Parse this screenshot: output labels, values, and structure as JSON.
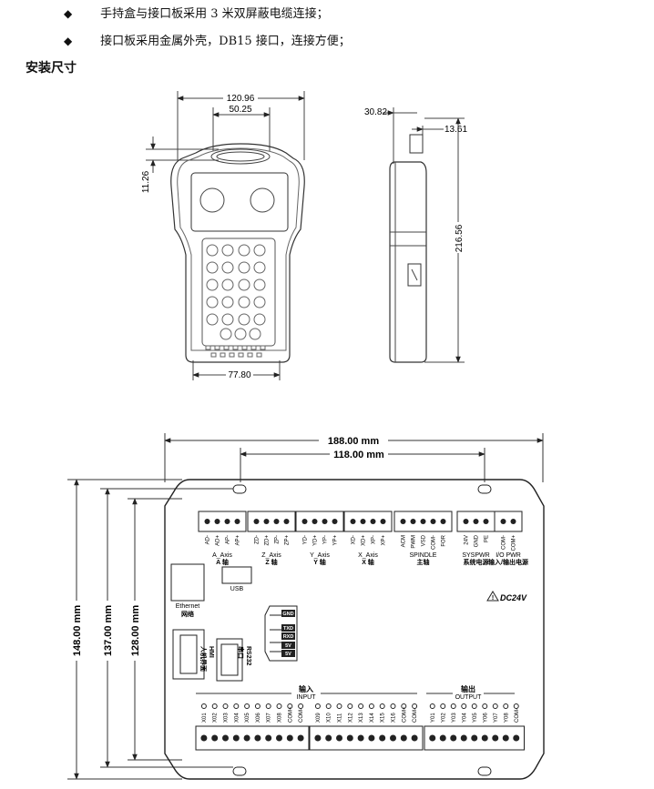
{
  "bullets": [
    {
      "symbol": "◆",
      "text": "手持盒与接口板采用 3 米双屏蔽电缆连接；"
    },
    {
      "symbol": "◆",
      "text": "接口板采用金属外壳，DB15 接口，连接方便；"
    }
  ],
  "section_title": "安装尺寸",
  "pendant_front": {
    "dim_total_width": "120.96",
    "dim_top_width": "50.25",
    "dim_top_height": "11.26",
    "dim_bottom_width": "77.80"
  },
  "pendant_side": {
    "dim_offset": "30.82",
    "dim_depth": "13.61",
    "dim_height": "216.56"
  },
  "board": {
    "dim_width": "188.00 mm",
    "dim_hole_spacing": "118.00 mm",
    "dim_height_total": "148.00 mm",
    "dim_height_mid": "137.00 mm",
    "dim_height_inner": "128.00 mm",
    "connectors": {
      "a_axis": {
        "pins": [
          "AD-",
          "AD+",
          "AP-",
          "AP+"
        ],
        "label_en": "A_Axis",
        "label_cn": "A 轴"
      },
      "z_axis": {
        "pins": [
          "ZD-",
          "ZD+",
          "ZP-",
          "ZP+"
        ],
        "label_en": "Z_Axis",
        "label_cn": "Z 轴"
      },
      "y_axis": {
        "pins": [
          "YD-",
          "YD+",
          "YP-",
          "YP+"
        ],
        "label_en": "Y_Axis",
        "label_cn": "Y 轴"
      },
      "x_axis": {
        "pins": [
          "XD-",
          "XD+",
          "XP-",
          "XP+"
        ],
        "label_en": "X_Axis",
        "label_cn": "X 轴"
      },
      "spindle": {
        "pins": [
          "ACM",
          "PWM",
          "VSD",
          "COM-",
          "FOR"
        ],
        "label_en": "SPINDLE",
        "label_cn": "主轴"
      },
      "sys_pwr": {
        "pins": [
          "24V",
          "GND",
          "PE"
        ],
        "label_en": "SYSPWR",
        "label_cn": "系统电源"
      },
      "io_pwr": {
        "pins": [
          "COM-",
          "COM+"
        ],
        "label_en": "I/O PWR",
        "label_cn": "输入/输出电源"
      }
    },
    "dc_warning": "DC24V",
    "usb_label": "USB",
    "ethernet_label": "Ethernet",
    "ethernet_cn": "网络",
    "hmi_label": "HMI",
    "hmi_cn": "人机界面",
    "rs232_label": "RS232",
    "rs232_cn": "串口",
    "db9_pins": [
      "GND",
      "TXD",
      "RXD",
      "5V",
      "5V"
    ],
    "input_cn": "输入",
    "input_en": "INPUT",
    "output_cn": "输出",
    "output_en": "OUTPUT",
    "input_pins_group1": [
      "X01",
      "X02",
      "X03",
      "X04",
      "X05",
      "X06",
      "X07",
      "X08",
      "COM+",
      "COM-"
    ],
    "input_pins_group2": [
      "X09",
      "X10",
      "X11",
      "X12",
      "X13",
      "X14",
      "X15",
      "X16",
      "COM+",
      "COM-"
    ],
    "output_pins": [
      "Y01",
      "Y02",
      "Y03",
      "Y04",
      "Y05",
      "Y06",
      "Y07",
      "Y08",
      "COM-"
    ]
  }
}
